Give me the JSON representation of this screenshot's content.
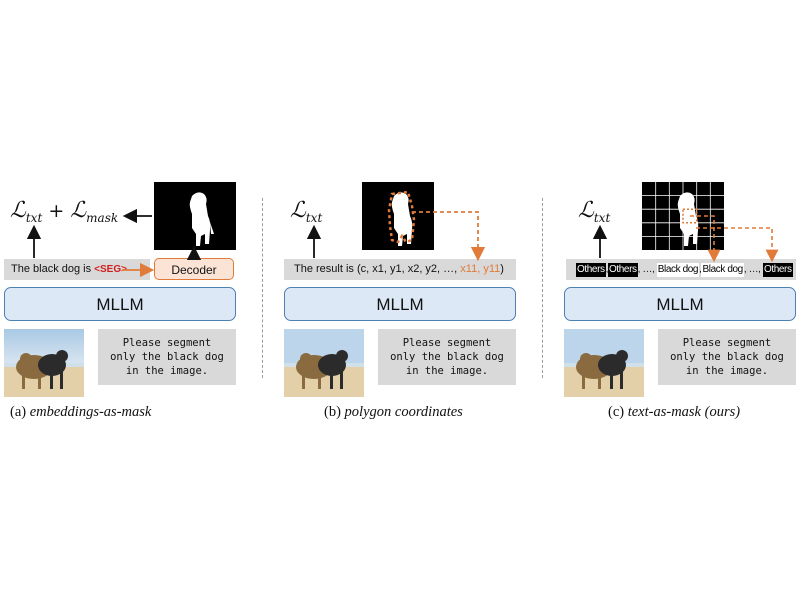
{
  "panels": {
    "a": {
      "loss_text": "+",
      "text_prefix": "The black dog is ",
      "seg_token": "<SEG>",
      "decoder_label": "Decoder",
      "mllm_label": "MLLM",
      "prompt": "Please segment\nonly the black dog\nin the image.",
      "caption_label": "(a) ",
      "caption_italic": "embeddings-as-mask"
    },
    "b": {
      "text_prefix": "The result is (c, x1, y1, x2, y2, …, ",
      "text_highlight": "x11, y11",
      "text_suffix": ")",
      "mllm_label": "MLLM",
      "prompt": "Please segment\nonly the black dog\nin the image.",
      "caption_label": "(b) ",
      "caption_italic": "polygon coordinates"
    },
    "c": {
      "tokens": [
        "Others",
        "Others",
        "Black dog",
        "Black dog",
        "Others"
      ],
      "separators": [
        ",",
        ", …, ",
        ",",
        ", …, "
      ],
      "mllm_label": "MLLM",
      "prompt": "Please segment\nonly the black dog\nin the image.",
      "caption_label": "(c) ",
      "caption_italic": "text-as-mask (ours)"
    }
  },
  "colors": {
    "arrow_orange": "#e07b39",
    "mllm_fill": "#dce8f6",
    "mllm_border": "#4f7fb3",
    "seg_red": "#d11f1f",
    "bar_grey": "#d9d9d9"
  }
}
